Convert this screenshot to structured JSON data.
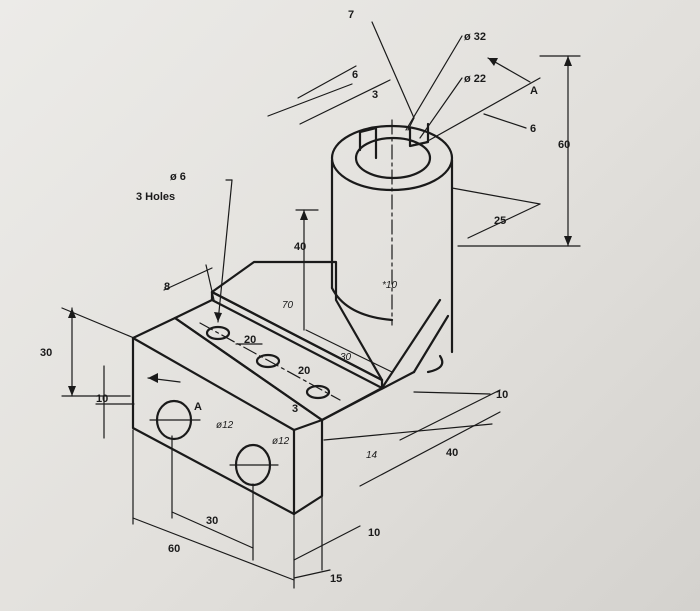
{
  "annotations": {
    "hole_note_dia": "ø 6",
    "hole_note_count": "3 Holes",
    "section_mark": "A",
    "bore_note": "*10",
    "small_dia_1": "ø12",
    "small_dia_2": "ø12"
  },
  "dimensions": {
    "d7": "7",
    "d32": "ø 32",
    "d22": "ø 22",
    "d6_top": "6",
    "d3": "3",
    "d6_right": "6",
    "d60_right": "60",
    "d25": "25",
    "d40_left": "40",
    "d70": "70",
    "d8": "8",
    "d20_a": "20",
    "d20_b": "20",
    "d30_mid": "30",
    "d3_b": "3",
    "d10_right": "10",
    "d40_bottom": "40",
    "d14": "14",
    "d30_left": "30",
    "d10_left": "10",
    "d30_bottom": "30",
    "d60_bottom": "60",
    "d10_bottom": "10",
    "d15": "15"
  }
}
